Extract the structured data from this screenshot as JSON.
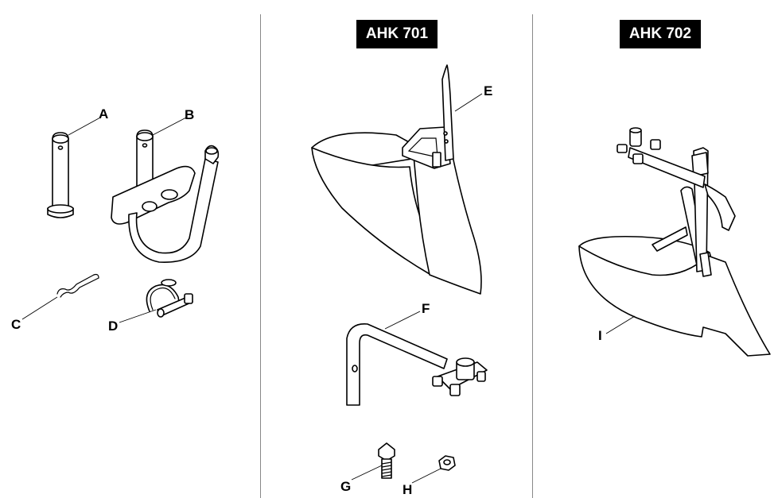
{
  "badges": {
    "ahk701": "AHK 701",
    "ahk702": "AHK 702"
  },
  "labels": {
    "A": "A",
    "B": "B",
    "C": "C",
    "D": "D",
    "E": "E",
    "F": "F",
    "G": "G",
    "H": "H",
    "I": "I"
  },
  "icons": {
    "A": "clevis-pin-icon",
    "B": "hitch-adapter-icon",
    "C": "hair-pin-clip-icon",
    "D": "lynch-pin-icon",
    "E": "furrower-plow-icon",
    "F": "plow-bracket-icon",
    "G": "bolt-icon",
    "H": "nut-icon",
    "I": "moldboard-plow-icon"
  }
}
